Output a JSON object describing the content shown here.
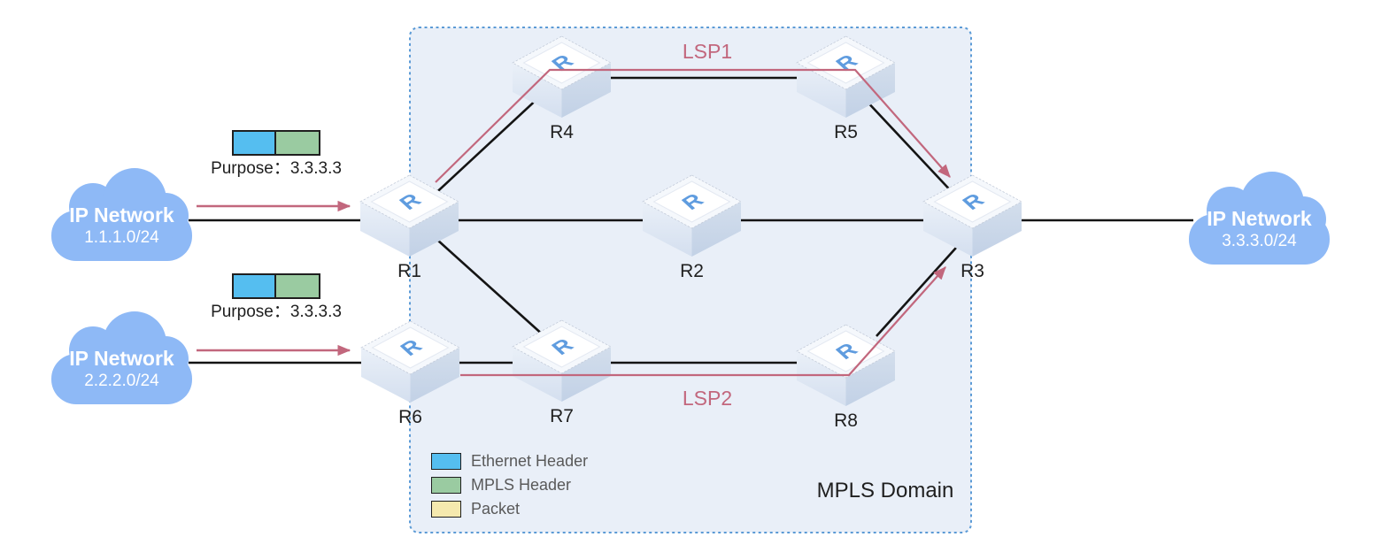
{
  "diagram": {
    "mpls_domain": {
      "label": "MPLS Domain",
      "fill": "#E9EFF8",
      "border_color": "#5C9BD6"
    },
    "router_letter": "R",
    "routers": [
      {
        "id": "r1",
        "label": "R1"
      },
      {
        "id": "r2",
        "label": "R2"
      },
      {
        "id": "r3",
        "label": "R3"
      },
      {
        "id": "r4",
        "label": "R4"
      },
      {
        "id": "r5",
        "label": "R5"
      },
      {
        "id": "r6",
        "label": "R6"
      },
      {
        "id": "r7",
        "label": "R7"
      },
      {
        "id": "r8",
        "label": "R8"
      }
    ],
    "clouds": [
      {
        "title": "IP Network",
        "subnet": "1.1.1.0/24"
      },
      {
        "title": "IP Network",
        "subnet": "2.2.2.0/24"
      },
      {
        "title": "IP Network",
        "subnet": "3.3.3.0/24"
      }
    ],
    "packet_flows": [
      {
        "label": "Purpose：3.3.3.3",
        "segments": [
          {
            "name": "ethernet-header",
            "color": "#55BEF0"
          },
          {
            "name": "mpls-header",
            "color": "#9ACBA1"
          }
        ]
      },
      {
        "label": "Purpose：3.3.3.3",
        "segments": [
          {
            "name": "ethernet-header",
            "color": "#55BEF0"
          },
          {
            "name": "mpls-header",
            "color": "#9ACBA1"
          }
        ]
      }
    ],
    "lsps": [
      {
        "label": "LSP1",
        "color": "#C2677D"
      },
      {
        "label": "LSP2",
        "color": "#C2677D"
      }
    ],
    "legend": [
      {
        "label": "Ethernet Header",
        "color": "#55BEF0"
      },
      {
        "label": "MPLS Header",
        "color": "#9ACBA1"
      },
      {
        "label": "Packet",
        "color": "#F5E9AE"
      }
    ],
    "colors": {
      "link": "#141414",
      "lsp": "#C2677D",
      "cloud": "#8EB9F6",
      "router_letter": "#5F9CDF",
      "label_text": "#1F1F1F",
      "legend_text": "#595959"
    }
  }
}
